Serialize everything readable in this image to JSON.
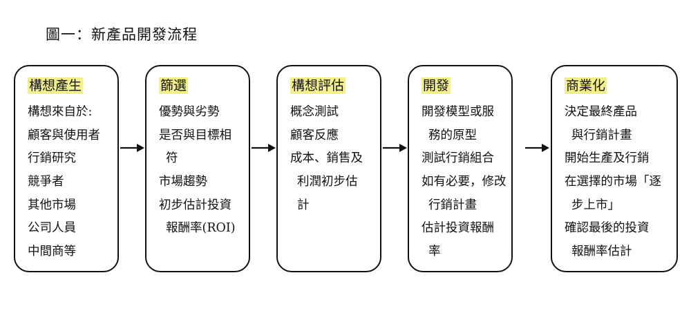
{
  "title": "圖一：新產品開發流程",
  "stages": [
    {
      "heading": "構想產生",
      "lines": [
        "構想來自於:",
        "顧客與使用者",
        "行銷研究",
        "競爭者",
        "其他市場",
        "公司人員",
        "中間商等"
      ]
    },
    {
      "heading": "篩選",
      "lines": [
        "優勢與劣勢",
        "是否與目標相",
        "符",
        "市場趨勢",
        "初步估計投資",
        "報酬率(ROI)"
      ]
    },
    {
      "heading": "構想評估",
      "lines": [
        "概念測試",
        "顧客反應",
        "成本、銷售及",
        "利潤初步估",
        "計"
      ]
    },
    {
      "heading": "開發",
      "lines": [
        "開發模型或服",
        "務的原型",
        "測試行銷組合",
        "如有必要，修改",
        "行銷計畫",
        "估計投資報酬",
        "率"
      ]
    },
    {
      "heading": "商業化",
      "lines": [
        "決定最終產品",
        "與行銷計畫",
        "開始生產及行銷",
        "在選擇的市場「逐",
        "步上市」",
        "確認最後的投資",
        "報酬率估計"
      ]
    }
  ],
  "colors": {
    "highlight": "#f3f08a",
    "stroke": "#111111"
  }
}
